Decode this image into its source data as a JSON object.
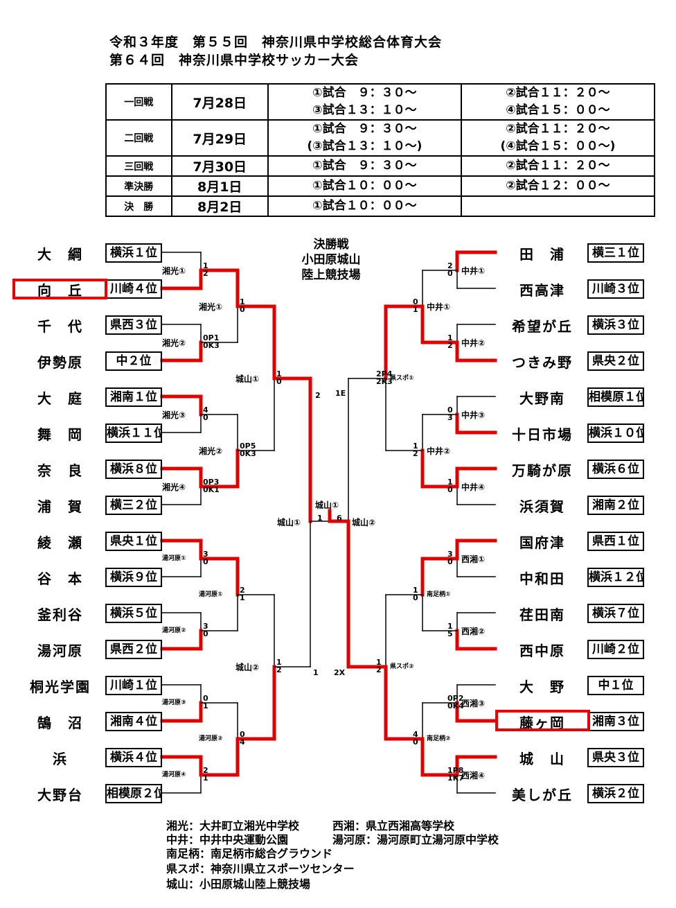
{
  "title": {
    "line1": "令和３年度　第５５回　神奈川県中学校総合体育大会",
    "line2": "第６４回　神奈川県中学校サッカー大会"
  },
  "schedule": [
    {
      "round": "一回戦",
      "date": "7月28日",
      "a1": "①試合　９：３０～",
      "a2": "③試合１３：１０～",
      "b1": "②試合１１：２０～",
      "b2": "④試合１５：００～"
    },
    {
      "round": "二回戦",
      "date": "7月29日",
      "a1": "①試合　９：３０～",
      "a2": "(③試合１３：１０～)",
      "b1": "②試合１１：２０～",
      "b2": "(④試合１５：００～)"
    },
    {
      "round": "三回戦",
      "date": "7月30日",
      "a1": "①試合　９：３０～",
      "a2": "",
      "b1": "②試合１１：２０～",
      "b2": ""
    },
    {
      "round": "準決勝",
      "date": "8月1日",
      "a1": "①試合１０：００～",
      "a2": "",
      "b1": "②試合１２：００～",
      "b2": ""
    },
    {
      "round": "決　勝",
      "date": "8月2日",
      "a1": "①試合１０：００～",
      "a2": "",
      "b1": "",
      "b2": ""
    }
  ],
  "final_venue": {
    "l1": "決勝戦",
    "l2": "小田原城山",
    "l3": "陸上競技場"
  },
  "left_teams": [
    {
      "name": "大　綱",
      "seed": "横浜１位"
    },
    {
      "name": "向　丘",
      "seed": "川崎４位"
    },
    {
      "name": "千　代",
      "seed": "県西３位"
    },
    {
      "name": "伊勢原",
      "seed": "中２位"
    },
    {
      "name": "大　庭",
      "seed": "湘南１位"
    },
    {
      "name": "舞　岡",
      "seed": "横浜１１位"
    },
    {
      "name": "奈　良",
      "seed": "横浜８位"
    },
    {
      "name": "浦　賀",
      "seed": "横三２位"
    },
    {
      "name": "綾　瀬",
      "seed": "県央１位"
    },
    {
      "name": "谷　本",
      "seed": "横浜９位"
    },
    {
      "name": "釜利谷",
      "seed": "横浜５位"
    },
    {
      "name": "湯河原",
      "seed": "県西２位"
    },
    {
      "name": "桐光学園",
      "seed": "川崎１位"
    },
    {
      "name": "鵠　沼",
      "seed": "湘南４位"
    },
    {
      "name": "浜",
      "seed": "横浜４位"
    },
    {
      "name": "大野台",
      "seed": "相模原２位"
    }
  ],
  "right_teams": [
    {
      "name": "田　浦",
      "seed": "横三１位"
    },
    {
      "name": "西高津",
      "seed": "川崎３位"
    },
    {
      "name": "希望が丘",
      "seed": "横浜３位"
    },
    {
      "name": "つきみ野",
      "seed": "県央２位"
    },
    {
      "name": "大野南",
      "seed": "相模原１位"
    },
    {
      "name": "十日市場",
      "seed": "横浜１０位"
    },
    {
      "name": "万騎が原",
      "seed": "横浜６位"
    },
    {
      "name": "浜須賀",
      "seed": "湘南２位"
    },
    {
      "name": "国府津",
      "seed": "県西１位"
    },
    {
      "name": "中和田",
      "seed": "横浜１２位"
    },
    {
      "name": "荏田南",
      "seed": "横浜７位"
    },
    {
      "name": "西中原",
      "seed": "川崎２位"
    },
    {
      "name": "大　野",
      "seed": "中１位"
    },
    {
      "name": "藤ヶ岡",
      "seed": "湘南３位"
    },
    {
      "name": "城　山",
      "seed": "県央３位"
    },
    {
      "name": "美しが丘",
      "seed": "横浜２位"
    }
  ],
  "left_r1": [
    {
      "venue": "湘光①",
      "s1": "1",
      "s2": "2"
    },
    {
      "venue": "湘光②",
      "s1": "0P1",
      "s2": "0K3"
    },
    {
      "venue": "湘光③",
      "s1": "4",
      "s2": "0"
    },
    {
      "venue": "湘光④",
      "s1": "0P3",
      "s2": "0K1"
    },
    {
      "venue": "湯河原①",
      "s1": "3",
      "s2": "0"
    },
    {
      "venue": "湯河原②",
      "s1": "3",
      "s2": "0"
    },
    {
      "venue": "湯河原③",
      "s1": "0",
      "s2": "1"
    },
    {
      "venue": "湯河原④",
      "s1": "2",
      "s2": "1"
    }
  ],
  "left_r2": [
    {
      "venue": "湘光①",
      "s1": "1",
      "s2": "0"
    },
    {
      "venue": "湘光②",
      "s1": "0P5",
      "s2": "0K3"
    },
    {
      "venue": "湯河原①",
      "s1": "2",
      "s2": "1"
    },
    {
      "venue": "湯河原②",
      "s1": "0",
      "s2": "4"
    }
  ],
  "left_r3": [
    {
      "venue": "城山①",
      "s1": "1",
      "s2": "0"
    },
    {
      "venue": "城山②",
      "s1": "1",
      "s2": "2"
    }
  ],
  "left_sf": {
    "venue": "城山①",
    "s1": "2",
    "s2": "1"
  },
  "right_r1": [
    {
      "venue": "中井①",
      "s1": "2",
      "s2": "0"
    },
    {
      "venue": "中井②",
      "s1": "1",
      "s2": "2"
    },
    {
      "venue": "中井③",
      "s1": "0",
      "s2": "3"
    },
    {
      "venue": "中井④",
      "s1": "1",
      "s2": "0"
    },
    {
      "venue": "西湘①",
      "s1": "3",
      "s2": "0"
    },
    {
      "venue": "西湘②",
      "s1": "1",
      "s2": "5"
    },
    {
      "venue": "西湘③",
      "s1": "0P2",
      "s2": "0K4"
    },
    {
      "venue": "西湘④",
      "s1": "1P8",
      "s2": "1K7"
    }
  ],
  "right_r2": [
    {
      "venue": "中井①",
      "s1": "0",
      "s2": "1"
    },
    {
      "venue": "中井②",
      "s1": "1",
      "s2": "2"
    },
    {
      "venue": "南足柄①",
      "s1": "1",
      "s2": "0"
    },
    {
      "venue": "南足柄②",
      "s1": "4",
      "s2": "0"
    }
  ],
  "right_r3": [
    {
      "venue": "県スポ①",
      "s1": "2P4",
      "s2": "2K3"
    },
    {
      "venue": "県スポ②",
      "s1": "1",
      "s2": "2"
    }
  ],
  "right_sf": {
    "venue": "城山②",
    "s1": "1E",
    "s2": "2X"
  },
  "final": {
    "venue": "城山①",
    "s1": "1",
    "s2": "6"
  },
  "legend": {
    "l1": "湘光：大井町立湘光中学校　　　西湘：県立西湘高等学校",
    "l2": "中井：中井中央運動公園　　　　湯河原：湯河原町立湯河原中学校",
    "l3": "南足柄：南足柄市総合グラウンド",
    "l4": "県スポ：神奈川県立スポーツセンター",
    "l5": "城山：小田原城山陸上競技場"
  },
  "colors": {
    "winner_line": "#e00000",
    "line": "#000000"
  }
}
